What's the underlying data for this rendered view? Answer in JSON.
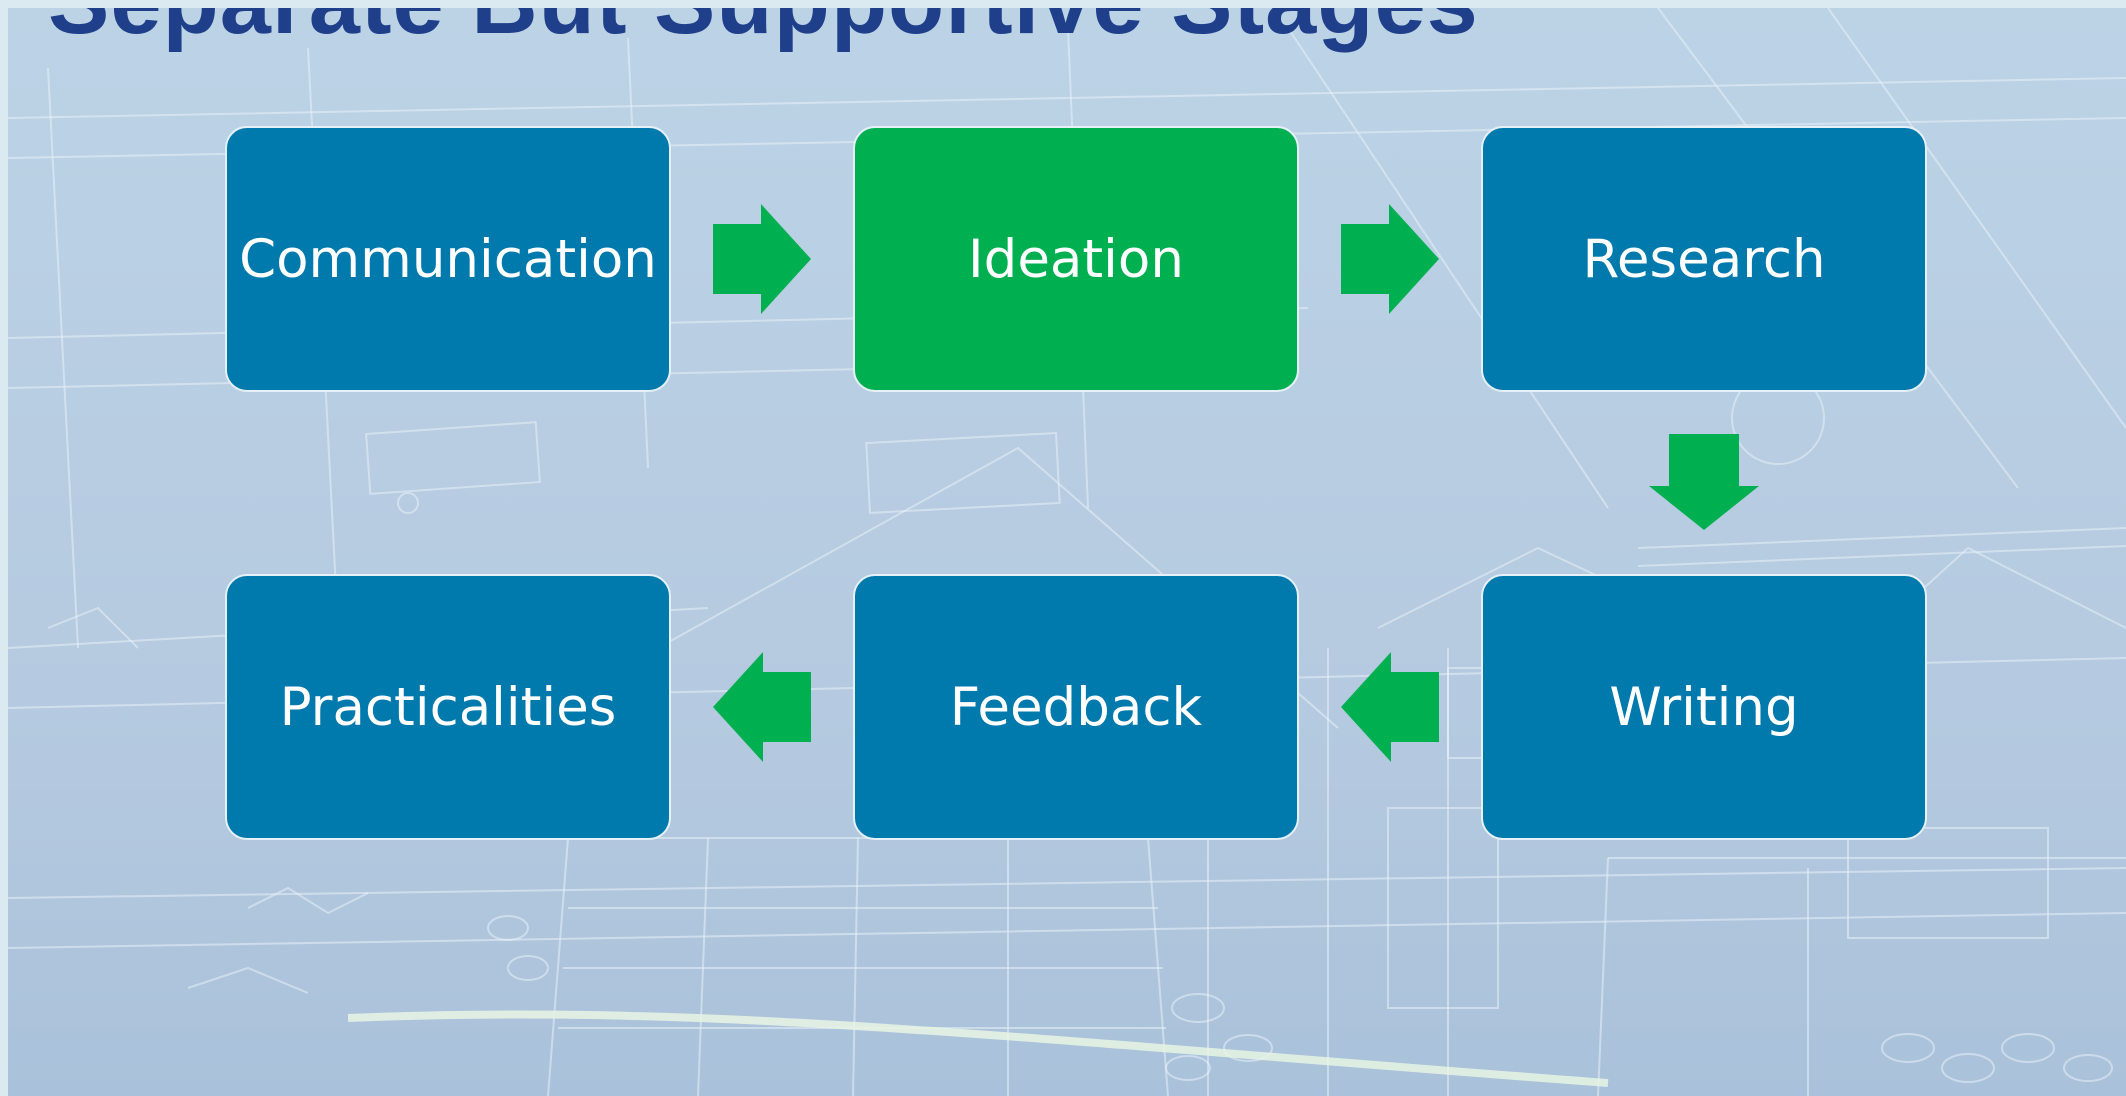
{
  "slide": {
    "title": "Separate But Supportive Stages"
  },
  "colors": {
    "stage_default": "#0079ac",
    "stage_highlight": "#00b050",
    "arrow": "#00b050",
    "title": "#1f3f8a"
  },
  "flow": {
    "stages": [
      {
        "label": "Communication",
        "highlighted": false
      },
      {
        "label": "Ideation",
        "highlighted": true
      },
      {
        "label": "Research",
        "highlighted": false
      },
      {
        "label": "Writing",
        "highlighted": false
      },
      {
        "label": "Feedback",
        "highlighted": false
      },
      {
        "label": "Practicalities",
        "highlighted": false
      }
    ],
    "arrows": [
      {
        "from": "Communication",
        "to": "Ideation",
        "direction": "right"
      },
      {
        "from": "Ideation",
        "to": "Research",
        "direction": "right"
      },
      {
        "from": "Research",
        "to": "Writing",
        "direction": "down"
      },
      {
        "from": "Writing",
        "to": "Feedback",
        "direction": "left"
      },
      {
        "from": "Feedback",
        "to": "Practicalities",
        "direction": "left"
      }
    ]
  }
}
